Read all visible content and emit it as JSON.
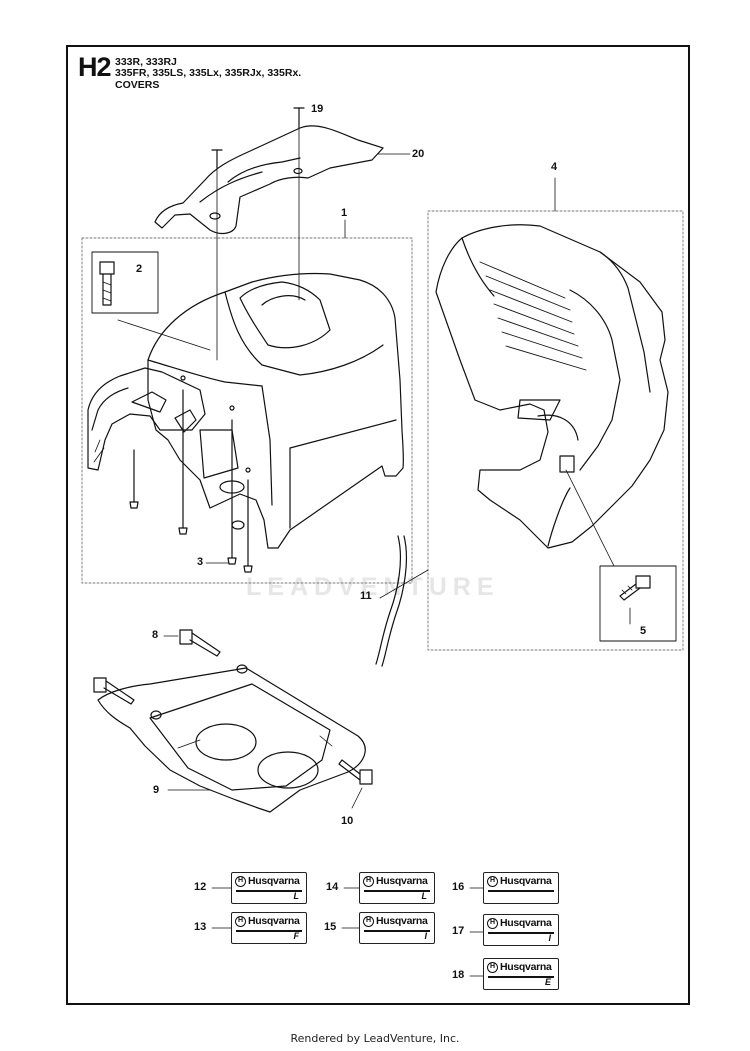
{
  "header": {
    "page_code": "H2",
    "models_line1": "333R, 333RJ",
    "models_line2": "335FR, 335LS, 335Lx, 335RJx, 335Rx.",
    "section_title": "COVERS"
  },
  "callouts": [
    "1",
    "2",
    "3",
    "4",
    "5",
    "8",
    "9",
    "10",
    "11",
    "12",
    "13",
    "14",
    "15",
    "16",
    "17",
    "18",
    "19",
    "20"
  ],
  "decals": {
    "brand": "Husqvarna",
    "marks": {
      "d12": "L",
      "d13": "F",
      "d14": "L",
      "d15": "I",
      "d16": "",
      "d17": "I",
      "d18": "E"
    }
  },
  "watermark": "LEADVENTURE",
  "footer": "Rendered by LeadVenture, Inc."
}
